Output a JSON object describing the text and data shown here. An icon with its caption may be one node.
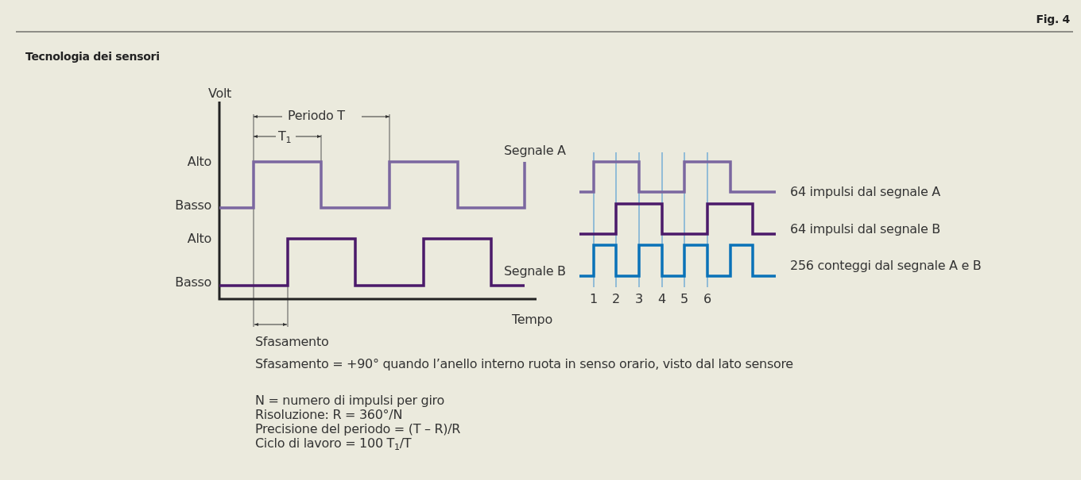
{
  "diagram": {
    "title": "Tecnologia dei sensori",
    "labels": [
      "Fig. 4",
      "Volt",
      "Periodo T",
      "T$_{1}$",
      "Segnale A",
      "Alto",
      "Basso",
      "64 impulsi dal segnale A",
      "64 impulsi dal segnale B",
      "Alto",
      "Segnale B",
      "256 conteggi dal segnale A e B",
      "Basso",
      "1",
      "2",
      "3",
      "4",
      "5",
      "6",
      "Tempo",
      "Sfasamento",
      "Sfasamento = +90° quando l’anello interno ruota in senso orario, visto dal lato sensore",
      "N = numero di impulsi per giro",
      "Risoluzione: R = 360°/N",
      "Precisione del periodo = (T – R)/R",
      "Ciclo di lavoro = 100 T$_{1}$/T"
    ]
  }
}
